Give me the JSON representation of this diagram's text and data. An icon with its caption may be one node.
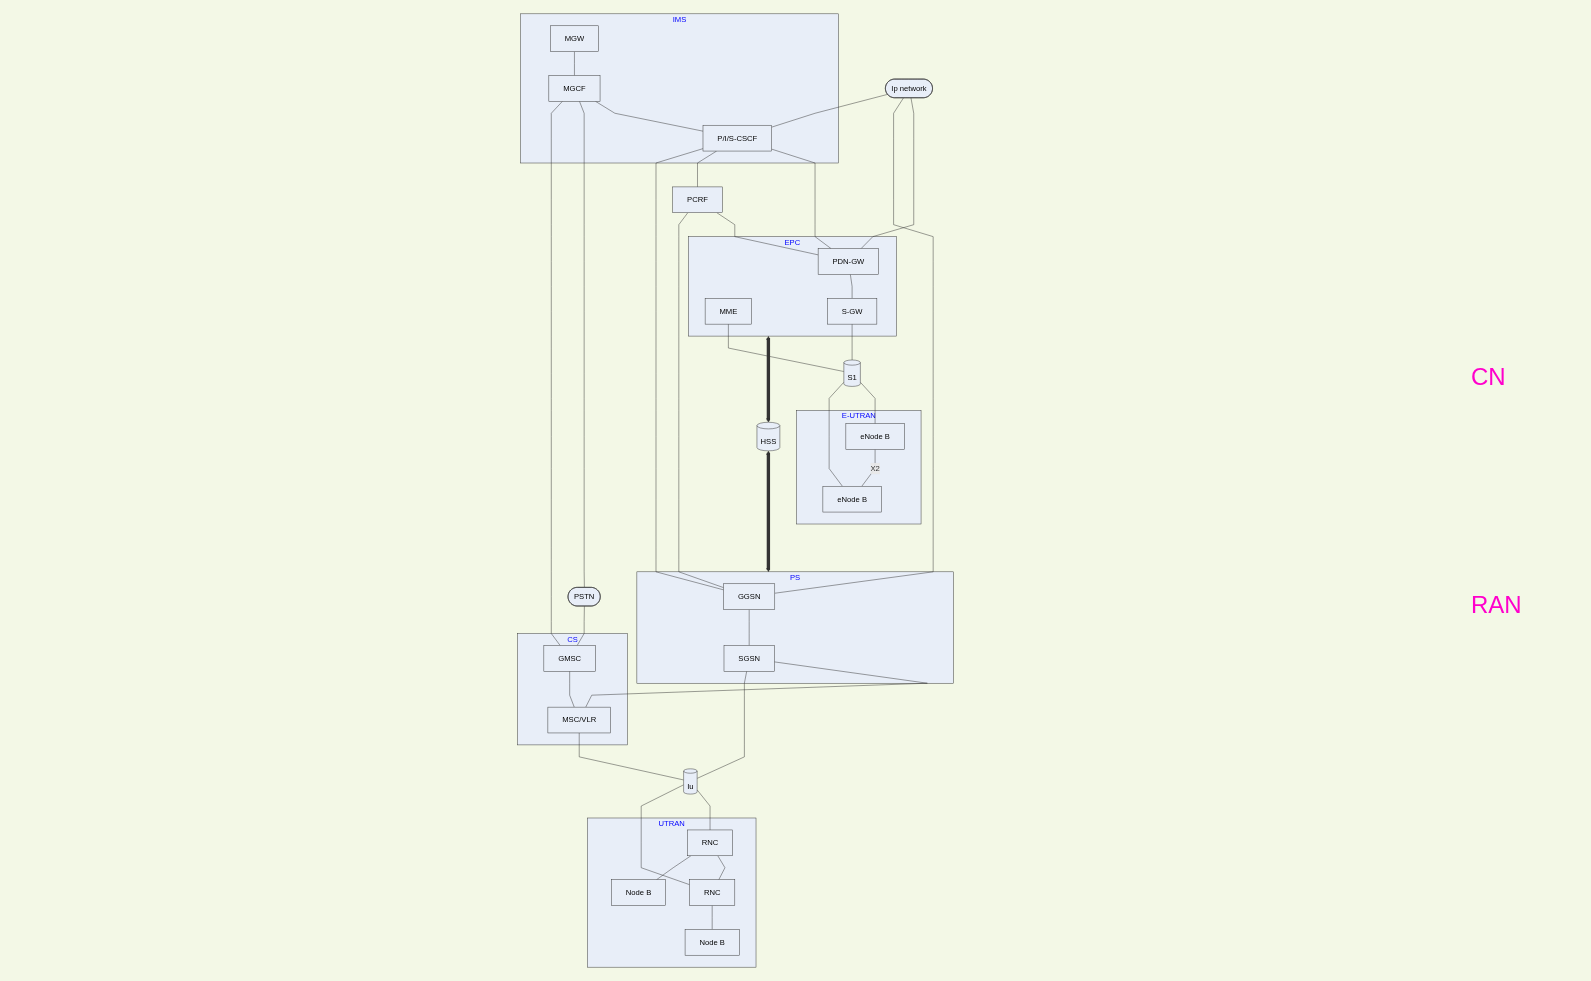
{
  "diagram": {
    "nodes": [
      {
        "text": [
          "IMS"
        ]
      },
      {
        "text": [
          "MGW"
        ],
        "in": 0
      },
      {
        "text": [
          "MGCF"
        ],
        "in": 0
      },
      {
        "text": [
          "P/I/S-CSCF"
        ],
        "in": 0
      },
      {
        "text": [
          "Ip network"
        ]
      },
      {
        "text": [
          "PSTN"
        ]
      },
      {
        "text": [
          "EPC"
        ]
      },
      {
        "text": [
          "PDN-GW"
        ],
        "in": 6
      },
      {
        "text": [
          "MME"
        ],
        "in": 6
      },
      {
        "text": [
          "S-GW"
        ],
        "in": 6
      },
      {
        "text": [
          "PCRF"
        ]
      },
      {
        "text": [
          "HSS"
        ]
      },
      {
        "text": [
          "PS"
        ]
      },
      {
        "text": [
          "GGSN"
        ],
        "in": 12
      },
      {
        "text": [
          "SGSN"
        ],
        "in": 12
      },
      {
        "text": [
          "CS"
        ]
      },
      {
        "text": [
          "GMSC"
        ],
        "in": 15
      },
      {
        "text": [
          "MSC/VLR"
        ],
        "in": 15
      },
      {
        "text": [
          "S1"
        ]
      },
      {
        "text": [
          "Iu"
        ]
      },
      {
        "text": [
          "E-UTRAN"
        ]
      },
      {
        "text": [
          "eNode B"
        ],
        "in": 20
      },
      {
        "text": [
          "eNode B"
        ],
        "in": 20
      },
      {
        "text": [
          "UTRAN"
        ]
      },
      {
        "text": [
          "RNC"
        ],
        "in": 23
      },
      {
        "text": [
          "RNC"
        ],
        "in": 23
      },
      {
        "text": [
          "Node B"
        ],
        "in": 23
      },
      {
        "text": [
          "Node B"
        ],
        "in": 23
      }
    ],
    "edges": [
      {
        "from": 1,
        "to": 2,
        "arrow": "none"
      },
      {
        "from": 2,
        "to": 3,
        "arrow": "none"
      },
      {
        "from": 2,
        "to": 5,
        "arrow": "none"
      },
      {
        "from": 2,
        "to": 16,
        "arrow": "none"
      },
      {
        "from": 4,
        "to": 3,
        "arrow": "none"
      },
      {
        "from": 4,
        "to": 7,
        "arrow": "none"
      },
      {
        "from": 4,
        "to": 13,
        "arrow": "none"
      },
      {
        "from": 3,
        "to": 7,
        "arrow": "none"
      },
      {
        "from": 3,
        "to": 10,
        "arrow": "none"
      },
      {
        "from": 3,
        "to": 13,
        "arrow": "none"
      },
      {
        "from": 5,
        "to": 16,
        "arrow": "none"
      },
      {
        "from": 10,
        "to": 7,
        "arrow": "none"
      },
      {
        "from": 10,
        "to": 13,
        "arrow": "none"
      },
      {
        "from": 7,
        "to": 9,
        "arrow": "none"
      },
      {
        "from": 6,
        "to": 11,
        "arrow": "both",
        "style": "thick"
      },
      {
        "from": 11,
        "to": 12,
        "arrow": "both",
        "style": "thick"
      },
      {
        "from": 13,
        "to": 14,
        "arrow": "none"
      },
      {
        "from": 14,
        "to": 17,
        "arrow": "none"
      },
      {
        "from": 16,
        "to": 17,
        "arrow": "none"
      },
      {
        "from": 8,
        "to": 18,
        "arrow": "none"
      },
      {
        "from": 9,
        "to": 18,
        "arrow": "none"
      },
      {
        "from": 14,
        "to": 19,
        "arrow": "none"
      },
      {
        "from": 17,
        "to": 19,
        "arrow": "none"
      },
      {
        "from": 18,
        "to": 21,
        "arrow": "none"
      },
      {
        "from": 18,
        "to": 22,
        "arrow": "none"
      },
      {
        "from": 21,
        "to": 22,
        "arrow": "none",
        "label": "X2"
      },
      {
        "from": 19,
        "to": 24,
        "arrow": "none"
      },
      {
        "from": 19,
        "to": 25,
        "arrow": "none"
      },
      {
        "from": 24,
        "to": 25,
        "arrow": "none"
      },
      {
        "from": 24,
        "to": 26,
        "arrow": "none"
      },
      {
        "from": 25,
        "to": 27,
        "arrow": "none"
      }
    ],
    "labels": [
      "CN",
      "RAN"
    ]
  }
}
